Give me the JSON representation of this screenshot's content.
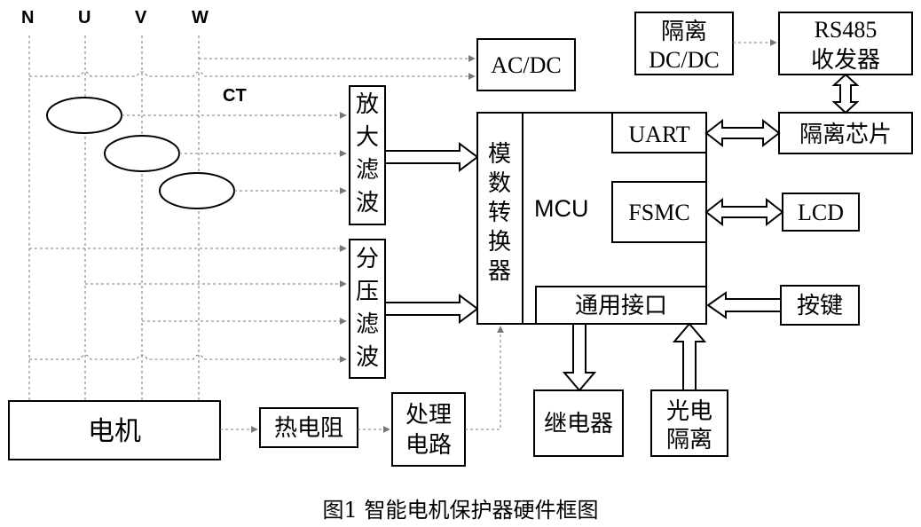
{
  "phases": [
    "N",
    "U",
    "V",
    "W"
  ],
  "ct_label": "CT",
  "blocks": {
    "acdc": "AC/DC",
    "iso_dcdc": [
      "隔离",
      "DC/DC"
    ],
    "rs485": [
      "RS485",
      "收发器"
    ],
    "iso_chip": "隔离芯片",
    "amp_filter": [
      "放",
      "大",
      "滤",
      "波"
    ],
    "div_filter": [
      "分",
      "压",
      "滤",
      "波"
    ],
    "adc": [
      "模",
      "数",
      "转",
      "换",
      "器"
    ],
    "mcu": "MCU",
    "uart": "UART",
    "fsmc": "FSMC",
    "lcd": "LCD",
    "gpio": "通用接口",
    "keys": "按键",
    "motor": "电机",
    "thermistor": "热电阻",
    "proc": [
      "处理",
      "电路"
    ],
    "relay": "继电器",
    "opto": [
      "光电",
      "隔离"
    ]
  },
  "caption": "图1  智能电机保护器硬件框图"
}
